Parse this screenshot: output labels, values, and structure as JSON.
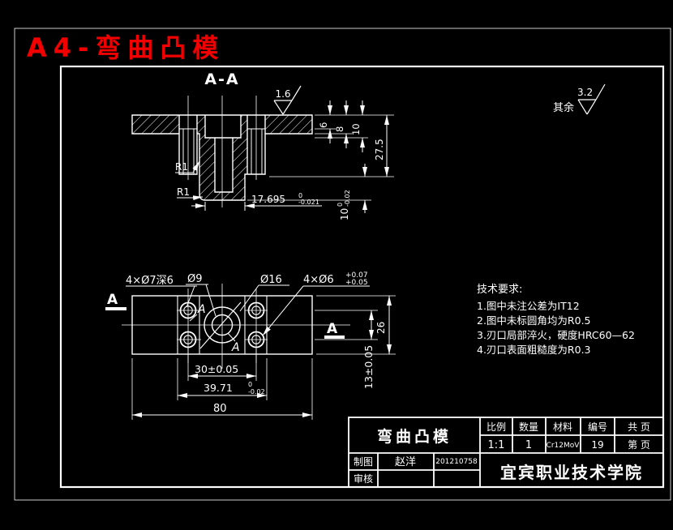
{
  "title": "A4-弯曲凸模",
  "colors": {
    "background": "#000000",
    "line": "#ffffff",
    "title_red": "#f20000"
  },
  "general_finish": {
    "label": "其余",
    "value": "3.2"
  },
  "section_view": {
    "label": "A-A",
    "finish_value": "1.6",
    "dim_6": "6",
    "dim_8": "8",
    "dim_10": "10",
    "dim_27_5": "27.5",
    "dim_width": {
      "main": "17.695",
      "upper": "0",
      "lower": "-0.021"
    },
    "dim_tip_height": {
      "main": "10",
      "upper": "0",
      "lower": "-0.02"
    },
    "radius_upper": "R1",
    "radius_lower": "R1"
  },
  "plan_view": {
    "label_holes_7": "4×Ø7深6",
    "label_d9": "Ø9",
    "label_d16": "Ø16",
    "label_holes_6": {
      "main": "4×Ø6",
      "upper": "+0.07",
      "lower": "+0.05"
    },
    "dim_26": "26",
    "dim_13": "13±0.05",
    "dim_30": "30±0.05",
    "dim_39": {
      "main": "39.71",
      "upper": "0",
      "lower": "-0.02"
    },
    "dim_80": "80",
    "section_marker_left": "A",
    "section_marker_right": "A",
    "datum_a": "A",
    "datum_b": "A"
  },
  "tech_requirements": {
    "heading": "技术要求:",
    "line1": "1.图中未注公差为IT12",
    "line2": "2.图中未标圆角均为R0.5",
    "line3": "3.刃口局部淬火，硬度HRC60—62",
    "line4": "4.刃口表面粗糙度为R0.3"
  },
  "title_block": {
    "part_name": "弯曲凸模",
    "col_scale": "比例",
    "col_qty": "数量",
    "col_material": "材料",
    "col_no": "编号",
    "col_pages": "共  页",
    "val_scale": "1:1",
    "val_qty": "1",
    "val_material": "Cr12MoV",
    "val_no": "19",
    "val_pages": "第  页",
    "row_draw": "制图",
    "row_draw_name": "赵洋",
    "row_draw_no": "201210758",
    "row_check": "审核",
    "school": "宜宾职业技术学院"
  }
}
